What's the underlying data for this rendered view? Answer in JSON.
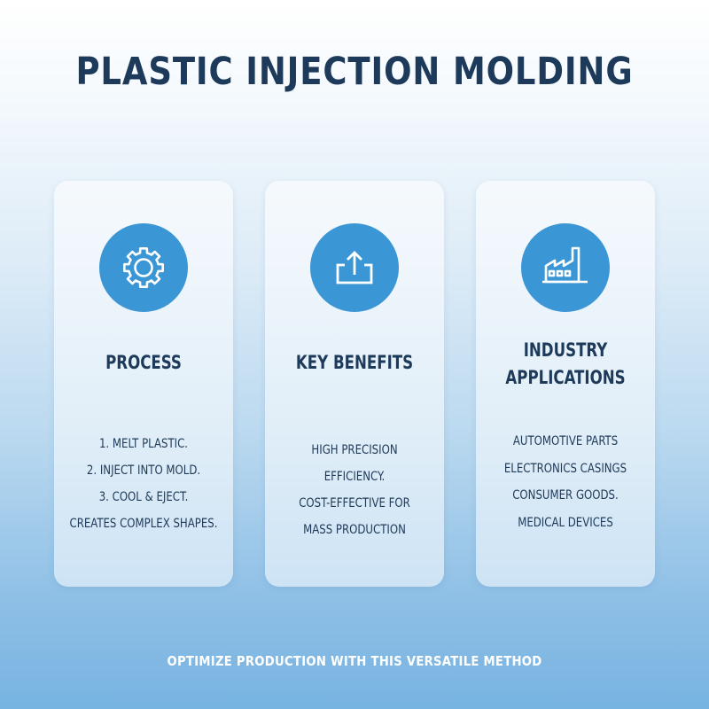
{
  "title": "PLASTIC INJECTION MOLDING",
  "colors": {
    "accent": "#3b96d6",
    "title_text": "#1d3a5a",
    "footer_text": "#ffffff"
  },
  "cards": [
    {
      "icon": "gear-icon",
      "heading_lines": [
        "PROCESS"
      ],
      "lines": [
        "1. MELT PLASTIC.",
        "2. INJECT INTO MOLD.",
        "3. COOL & EJECT.",
        "CREATES COMPLEX SHAPES."
      ]
    },
    {
      "icon": "upload-tray-icon",
      "heading_lines": [
        "KEY BENEFITS"
      ],
      "lines": [
        "HIGH PRECISION",
        "EFFICIENCY.",
        "COST-EFFECTIVE FOR",
        "MASS PRODUCTION"
      ]
    },
    {
      "icon": "factory-icon",
      "heading_lines": [
        "INDUSTRY",
        "APPLICATIONS"
      ],
      "lines": [
        "AUTOMOTIVE PARTS",
        "ELECTRONICS CASINGS",
        "CONSUMER GOODS.",
        "MEDICAL DEVICES"
      ]
    }
  ],
  "footer": "OPTIMIZE PRODUCTION WITH THIS VERSATILE METHOD"
}
